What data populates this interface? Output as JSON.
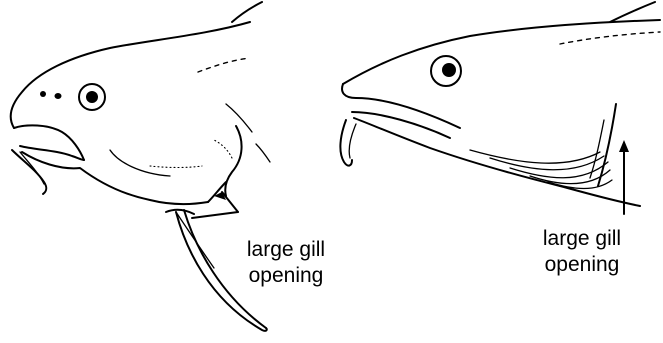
{
  "figure": {
    "left": {
      "label_line1": "large gill",
      "label_line2": "opening"
    },
    "right": {
      "label_line1": "large gill",
      "label_line2": "opening"
    }
  }
}
